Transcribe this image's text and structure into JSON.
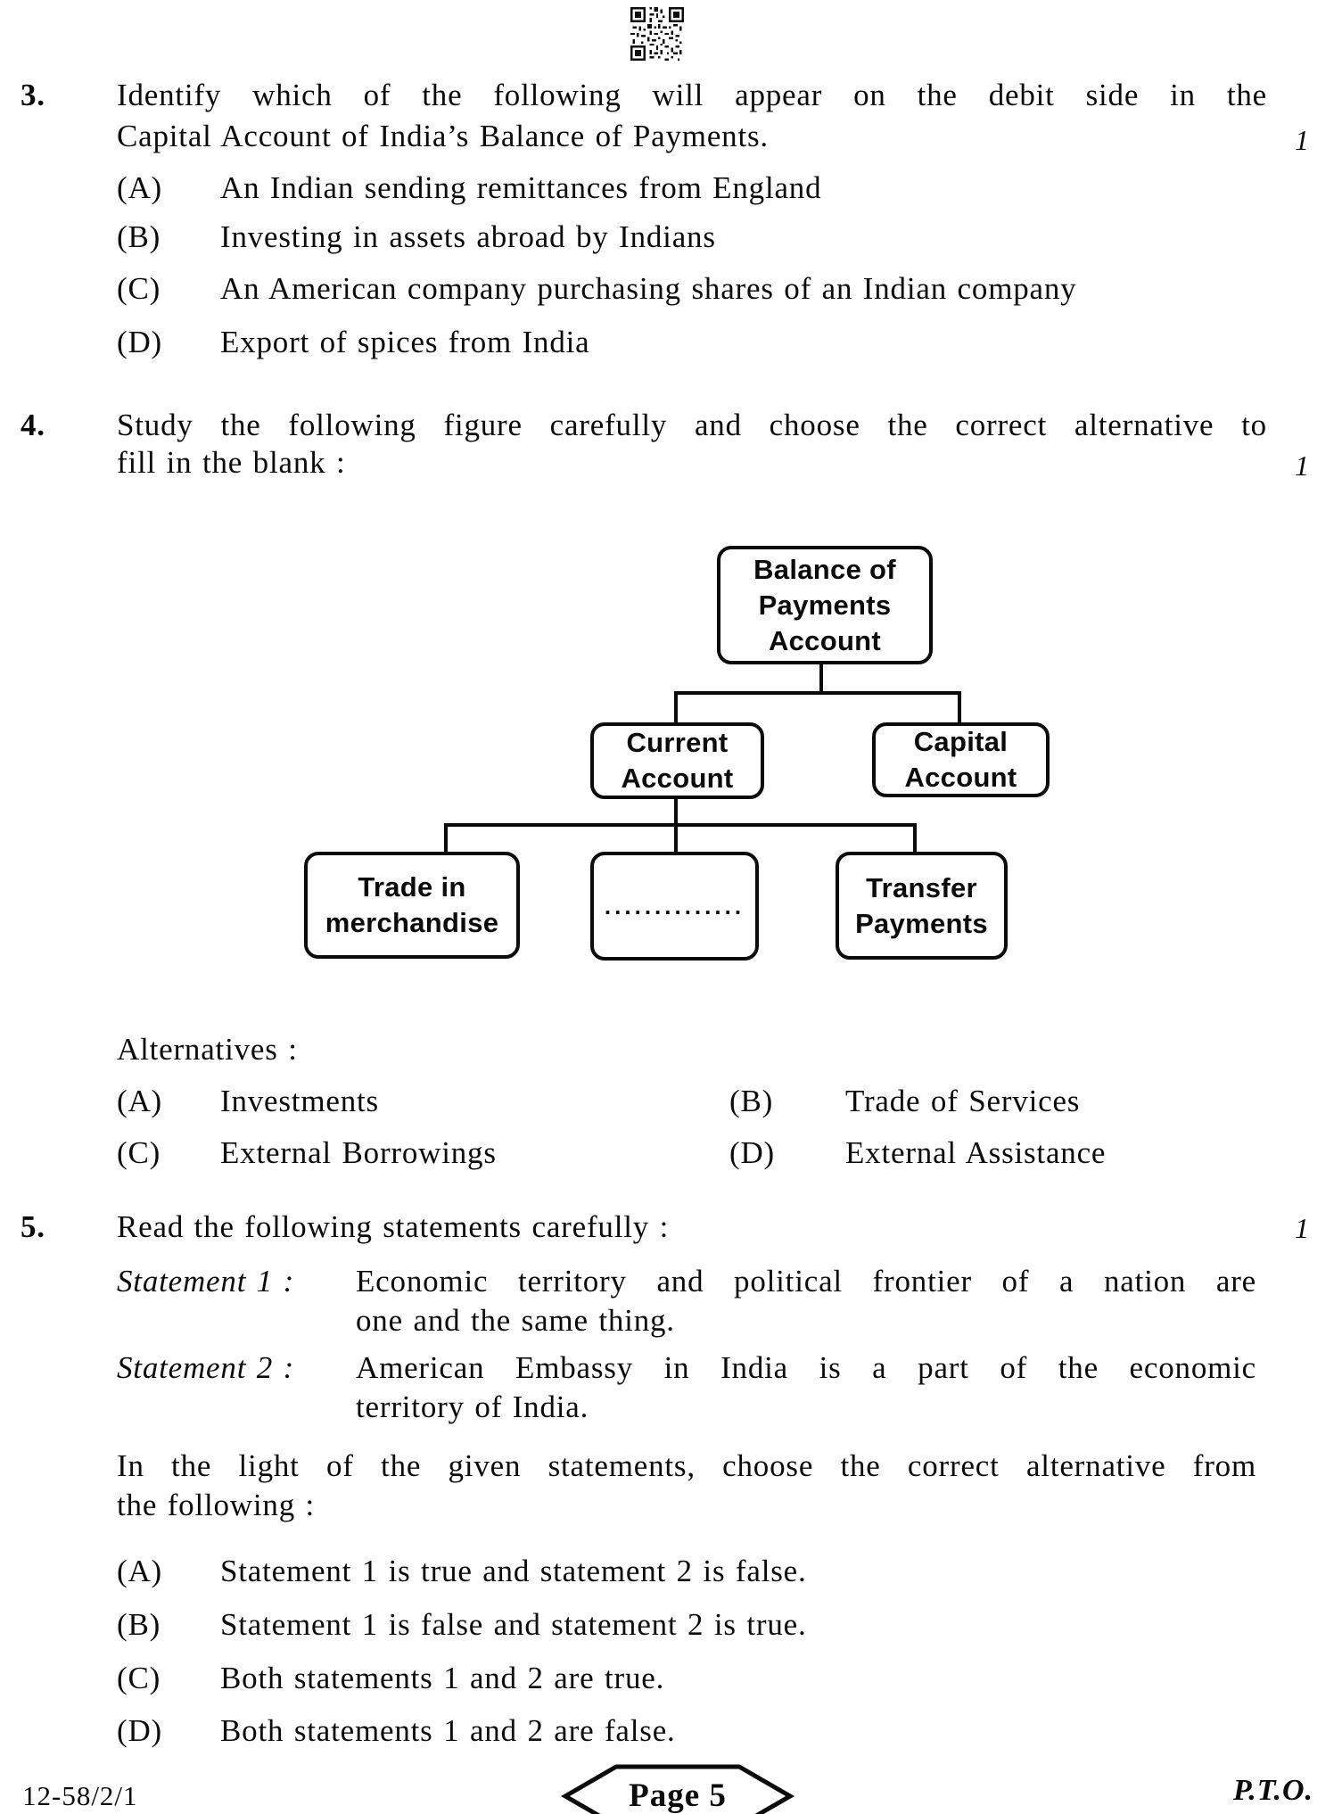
{
  "q3": {
    "number": "3.",
    "marks": "1",
    "lines": [
      "Identify which of the following will appear on the debit side in the",
      "Capital Account of India’s Balance of Payments."
    ],
    "options": [
      {
        "label": "(A)",
        "text": "An Indian sending remittances from England"
      },
      {
        "label": "(B)",
        "text": "Investing in assets abroad by Indians"
      },
      {
        "label": "(C)",
        "text": "An American company purchasing shares of an Indian company"
      },
      {
        "label": "(D)",
        "text": "Export of spices from India"
      }
    ]
  },
  "q4": {
    "number": "4.",
    "marks": "1",
    "lines": [
      "Study the following figure carefully and choose the correct alternative to",
      "fill in the blank :"
    ],
    "figure": {
      "root": "Balance of\nPayments\nAccount",
      "current": "Current\nAccount",
      "capital": "Capital\nAccount",
      "trade": "Trade in\nmerchandise",
      "blank": "..............",
      "transfer": "Transfer\nPayments"
    },
    "alternatives_label": "Alternatives :",
    "options": [
      {
        "label": "(A)",
        "text": "Investments"
      },
      {
        "label": "(B)",
        "text": "Trade of Services"
      },
      {
        "label": "(C)",
        "text": "External Borrowings"
      },
      {
        "label": "(D)",
        "text": "External Assistance"
      }
    ]
  },
  "q5": {
    "number": "5.",
    "marks": "1",
    "intro": "Read the following statements carefully :",
    "statement1_label": "Statement 1 :",
    "statement1_lines": [
      "Economic territory and political frontier of a nation are",
      "one and the same thing."
    ],
    "statement2_label": "Statement 2 :",
    "statement2_lines": [
      "American Embassy in India is a part of the economic",
      "territory of India."
    ],
    "closing_lines": [
      "In the light of the given statements, choose the correct alternative from",
      "the following :"
    ],
    "options": [
      {
        "label": "(A)",
        "text": "Statement 1 is true and statement 2 is false."
      },
      {
        "label": "(B)",
        "text": "Statement 1 is false and statement 2 is true."
      },
      {
        "label": "(C)",
        "text": "Both statements 1 and 2 are true."
      },
      {
        "label": "(D)",
        "text": "Both statements 1 and 2 are false."
      }
    ]
  },
  "footer": {
    "paper_code": "12-58/2/1",
    "page_label": "Page 5",
    "pto": "P.T.O."
  }
}
